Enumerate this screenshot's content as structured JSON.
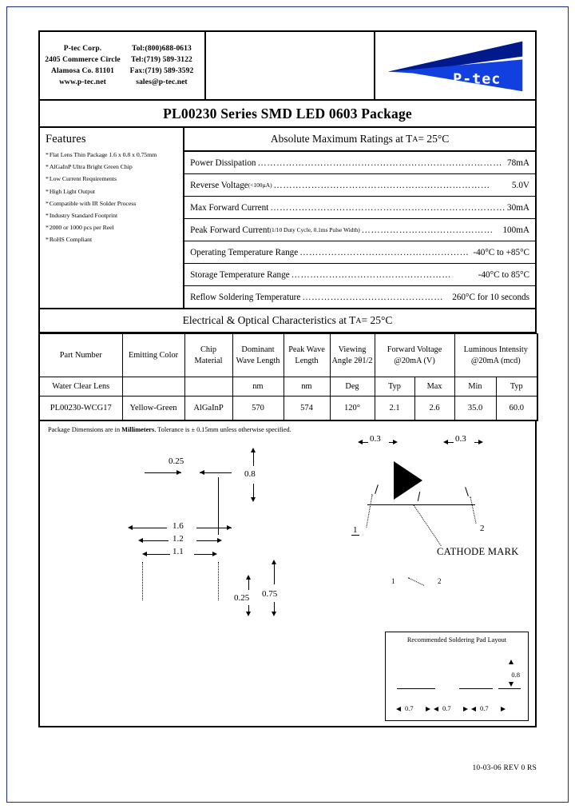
{
  "company": {
    "name": "P-tec Corp.",
    "address_line": "2405 Commerce Circle",
    "city_state": "Alamosa Co. 81101",
    "website": "www.p-tec.net",
    "toll_free": "Tol:(800)688-0613",
    "tel": "Tel:(719) 589-3122",
    "fax": "Fax:(719) 589-3592",
    "email": "sales@p-tec.net",
    "logo_text": "P-tec",
    "logo_color_dark": "#001a8c",
    "logo_color_light": "#1240e0"
  },
  "title": "PL00230 Series SMD LED 0603 Package",
  "features": {
    "heading": "Features",
    "items": [
      "Flat Lens Thin Package 1.6 x 0.8 x 0.75mm",
      "AlGaInP Ultra Bright Green Chip",
      "Low Current Requirements",
      "High Light Output",
      "Compatible with IR Solder Process",
      "Industry Standard Footprint",
      "2000 or 1000 pcs per Reel",
      "RoHS Compliant"
    ]
  },
  "ratings": {
    "heading_pre": "Absolute Maximum Ratings at T",
    "heading_sub": "A",
    "heading_post": " = 25°C",
    "rows": [
      {
        "label": "Power Dissipation",
        "sub": "",
        "value": "78mA"
      },
      {
        "label": "Reverse Voltage ",
        "sub": "(<100µA)",
        "value": "5.0V"
      },
      {
        "label": "Max Forward Current ",
        "sub": "",
        "value": "30mA"
      },
      {
        "label": "Peak Forward Current",
        "sub": "(1/10 Duty Cycle, 0.1ms Pulse Width)",
        "value": "100mA"
      },
      {
        "label": "Operating Temperature Range ",
        "sub": "",
        "value": "-40°C to +85°C"
      },
      {
        "label": "Storage Temperature Range ",
        "sub": "",
        "value": "-40°C to  85°C"
      },
      {
        "label": "Reflow Soldering Temperature",
        "sub": "",
        "value": "260°C for 10 seconds"
      }
    ]
  },
  "electrical": {
    "heading_pre": "Electrical & Optical Characteristics at T",
    "heading_sub": "A",
    "heading_post": " = 25°C",
    "headers": [
      "Part Number",
      "Emitting Color",
      "Chip Material",
      "Dominant Wave Length",
      "Peak Wave Length",
      "Viewing Angle 2θ1/2",
      "Forward Voltage @20mA  (V)",
      "Luminous Intensity @20mA (mcd)"
    ],
    "units_row": [
      "Water Clear Lens",
      "",
      "",
      "nm",
      "nm",
      "Deg",
      "Typ",
      "Max",
      "Min",
      "Typ"
    ],
    "data_row": [
      "PL00230-WCG17",
      "Yellow-Green",
      "AlGaInP",
      "570",
      "574",
      "120°",
      "2.1",
      "2.6",
      "35.0",
      "60.0"
    ]
  },
  "drawing": {
    "note_pre": "Package Dimensions are in ",
    "note_bold": "Millimeters",
    "note_post": ". Tolerance is ± 0.15mm unless otherwise specified.",
    "left_dims": [
      "0.25",
      "0.8",
      "1.6",
      "1.2",
      "1.1",
      "0.25",
      "0.75"
    ],
    "right_dims": [
      "0.3",
      "0.3"
    ],
    "cathode_label": "CATHODE MARK",
    "pin_labels": [
      "1",
      "2"
    ],
    "pin_labels_small": [
      "1",
      "2"
    ],
    "pad_layout": {
      "title": "Recommended Soldering Pad Layout",
      "height_dim": "0.8",
      "width_dims": [
        "0.7",
        "0.7",
        "0.7"
      ]
    }
  },
  "footer": {
    "revision": "10-03-06 REV 0 RS"
  }
}
